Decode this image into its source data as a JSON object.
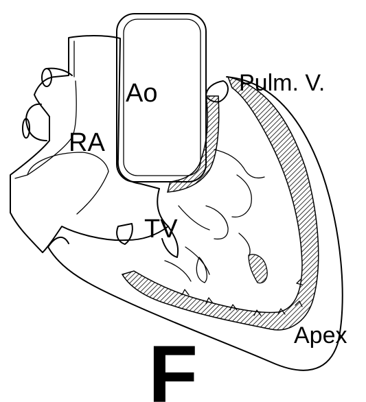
{
  "diagram": {
    "labels": {
      "ao": "Ao",
      "pulm_v": "Pulm. V.",
      "ra": "RA",
      "tv": "TV",
      "apex": "Apex"
    },
    "panel_letter": "F",
    "colors": {
      "ink": "#000000",
      "paper": "#ffffff"
    }
  }
}
